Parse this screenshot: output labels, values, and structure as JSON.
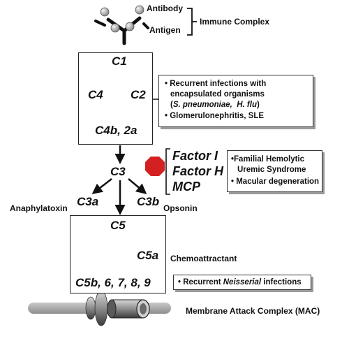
{
  "immune": {
    "antibody": "Antibody",
    "antigen": "Antigen",
    "complex": "Immune Complex"
  },
  "classical": {
    "c1": "C1",
    "c4": "C4",
    "c2": "C2",
    "c4b2a": "C4b, 2a"
  },
  "deficiency_note": {
    "line1": "• Recurrent infections with",
    "line2": "encapsulated organisms",
    "line3_pre": "(",
    "line3_sp": "S. pneumoniae,",
    "line3_hf": "H. flu",
    "line3_post": ")",
    "line4": "• Glomerulonephritis,  SLE"
  },
  "c3_stage": {
    "c3": "C3",
    "c3a": "C3a",
    "c3b": "C3b",
    "anaphylatoxin": "Anaphylatoxin",
    "opsonin": "Opsonin"
  },
  "regulators": {
    "factor_i": "Factor I",
    "factor_h": "Factor H",
    "mcp": "MCP"
  },
  "regulator_note": {
    "line1": "•Familial Hemolytic",
    "line2": "Uremic Syndrome",
    "line3": "• Macular degeneration"
  },
  "terminal": {
    "c5": "C5",
    "c5a": "C5a",
    "c5b_9": "C5b, 6, 7, 8, 9",
    "chemoattractant": "Chemoattractant"
  },
  "neisserial_note": {
    "pre": "• Recurrent ",
    "em": "Neisserial",
    "post": " infections"
  },
  "mac": {
    "label": "Membrane Attack Complex (MAC)"
  },
  "colors": {
    "stop_sign": "#d42020",
    "membrane": "#a8a8a8"
  }
}
